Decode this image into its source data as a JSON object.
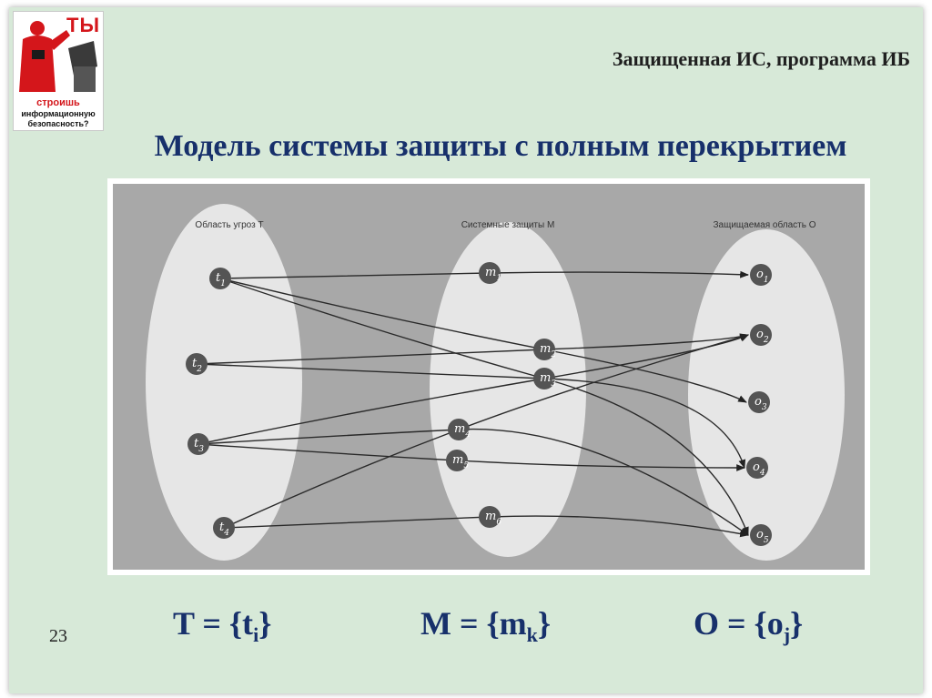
{
  "badge": {
    "title": "ТЫ",
    "line1": "строишь",
    "line2": "информационную",
    "line3": "безопасность?"
  },
  "header": "Защищенная ИС, программа ИБ",
  "title": "Модель системы защиты с полным перекрытием",
  "diagram": {
    "regions": [
      {
        "id": "T",
        "label": "Область угроз T"
      },
      {
        "id": "M",
        "label": "Системные защиты M"
      },
      {
        "id": "O",
        "label": "Защищаемая область O"
      }
    ],
    "threats": [
      "t1",
      "t2",
      "t3",
      "t4"
    ],
    "defenses": [
      "m1",
      "m2",
      "m3",
      "m4",
      "m5",
      "m6"
    ],
    "objects": [
      "o1",
      "o2",
      "o3",
      "o4",
      "o5"
    ],
    "links": [
      [
        "t1",
        "m1",
        "o1"
      ],
      [
        "t1",
        "m2",
        "o3"
      ],
      [
        "t1",
        "m3",
        "o5"
      ],
      [
        "t2",
        "m2",
        "o2"
      ],
      [
        "t2",
        "m3",
        "o4"
      ],
      [
        "t3",
        "m3",
        "o2"
      ],
      [
        "t3",
        "m4",
        "o5"
      ],
      [
        "t3",
        "m5",
        "o4"
      ],
      [
        "t4",
        "m4",
        "o2"
      ],
      [
        "t4",
        "m6",
        "o5"
      ]
    ]
  },
  "formulas": [
    {
      "name": "T = {t",
      "sub": "i",
      "close": "}"
    },
    {
      "name": "M = {m",
      "sub": "k",
      "close": "}"
    },
    {
      "name": "O = {o",
      "sub": "j",
      "close": "}"
    }
  ],
  "slide_number": "23",
  "colors": {
    "slide_bg": "#d7e9d8",
    "title": "#17306b",
    "diagram_bg": "#a8a8a8",
    "ellipse": "#e6e6e6",
    "node": "#545454"
  }
}
